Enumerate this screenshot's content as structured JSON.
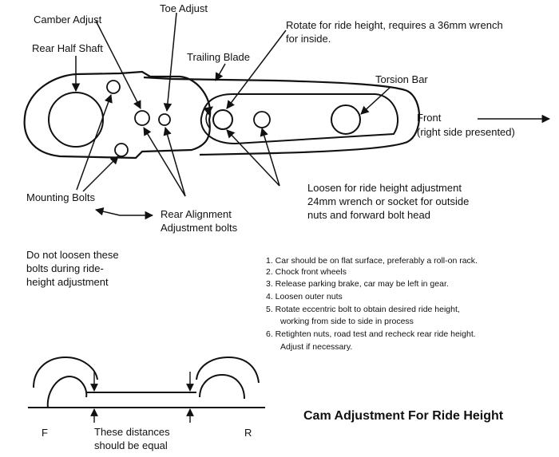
{
  "labels": {
    "camber_adjust": "Camber Adjust",
    "toe_adjust": "Toe Adjust",
    "rear_half_shaft": "Rear Half Shaft",
    "trailing_blade": "Trailing Blade",
    "rotate_note_1": "Rotate for ride height, requires a 36mm wrench",
    "rotate_note_2": "for inside.",
    "torsion_bar": "Torsion Bar",
    "front": "Front",
    "right_side": "(right side presented)",
    "mounting_bolts": "Mounting Bolts",
    "rear_alignment_1": "Rear Alignment",
    "rear_alignment_2": "Adjustment bolts",
    "loosen_note_1": "Loosen for ride height adjustment",
    "loosen_note_2": "24mm wrench or socket for outside",
    "loosen_note_3": "nuts and forward bolt head",
    "do_not_loosen_1": "Do not loosen these",
    "do_not_loosen_2": "bolts during ride-",
    "do_not_loosen_3": "height adjustment",
    "car_front": "F",
    "car_rear": "R",
    "equal_1": "These distances",
    "equal_2": "should be equal"
  },
  "steps": [
    "1. Car should be on flat surface, preferably a roll-on rack.",
    "2. Chock front wheels",
    "3. Release parking brake, car may be left in gear.",
    "4. Loosen outer nuts",
    "5. Rotate eccentric bolt to obtain desired ride height,",
    "working from side to side in process",
    "6. Retighten nuts, road test and recheck rear ride height.",
    "Adjust if necessary."
  ],
  "title": "Cam Adjustment For Ride Height"
}
